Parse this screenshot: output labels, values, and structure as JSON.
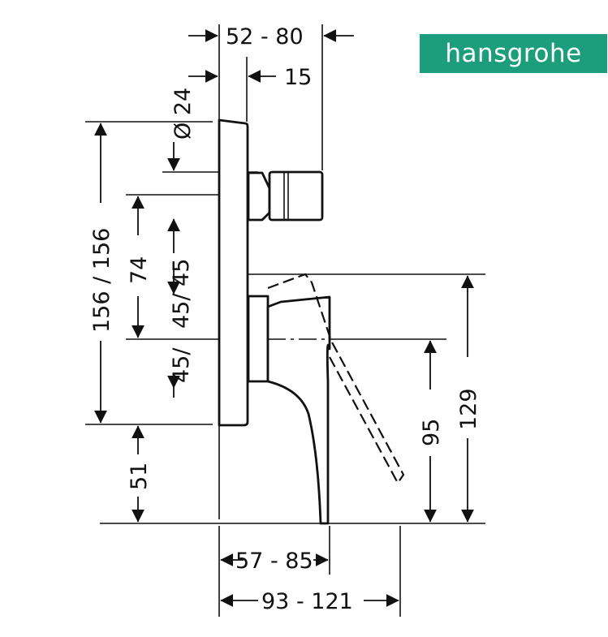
{
  "brand": {
    "name": "hansgrohe",
    "color": "#1c9e7c"
  },
  "dimensions": {
    "top_width": "52 - 80",
    "top_offset": "15",
    "diameter": "Ø 24",
    "total_height": "156 / 156",
    "mid_height": "74",
    "upper_half": "45/ 45",
    "lower_half": "45/",
    "below_plate": "51",
    "handle_height": "129",
    "axis_height": "95",
    "handle_projection": "57 - 85",
    "total_projection": "93 - 121"
  }
}
